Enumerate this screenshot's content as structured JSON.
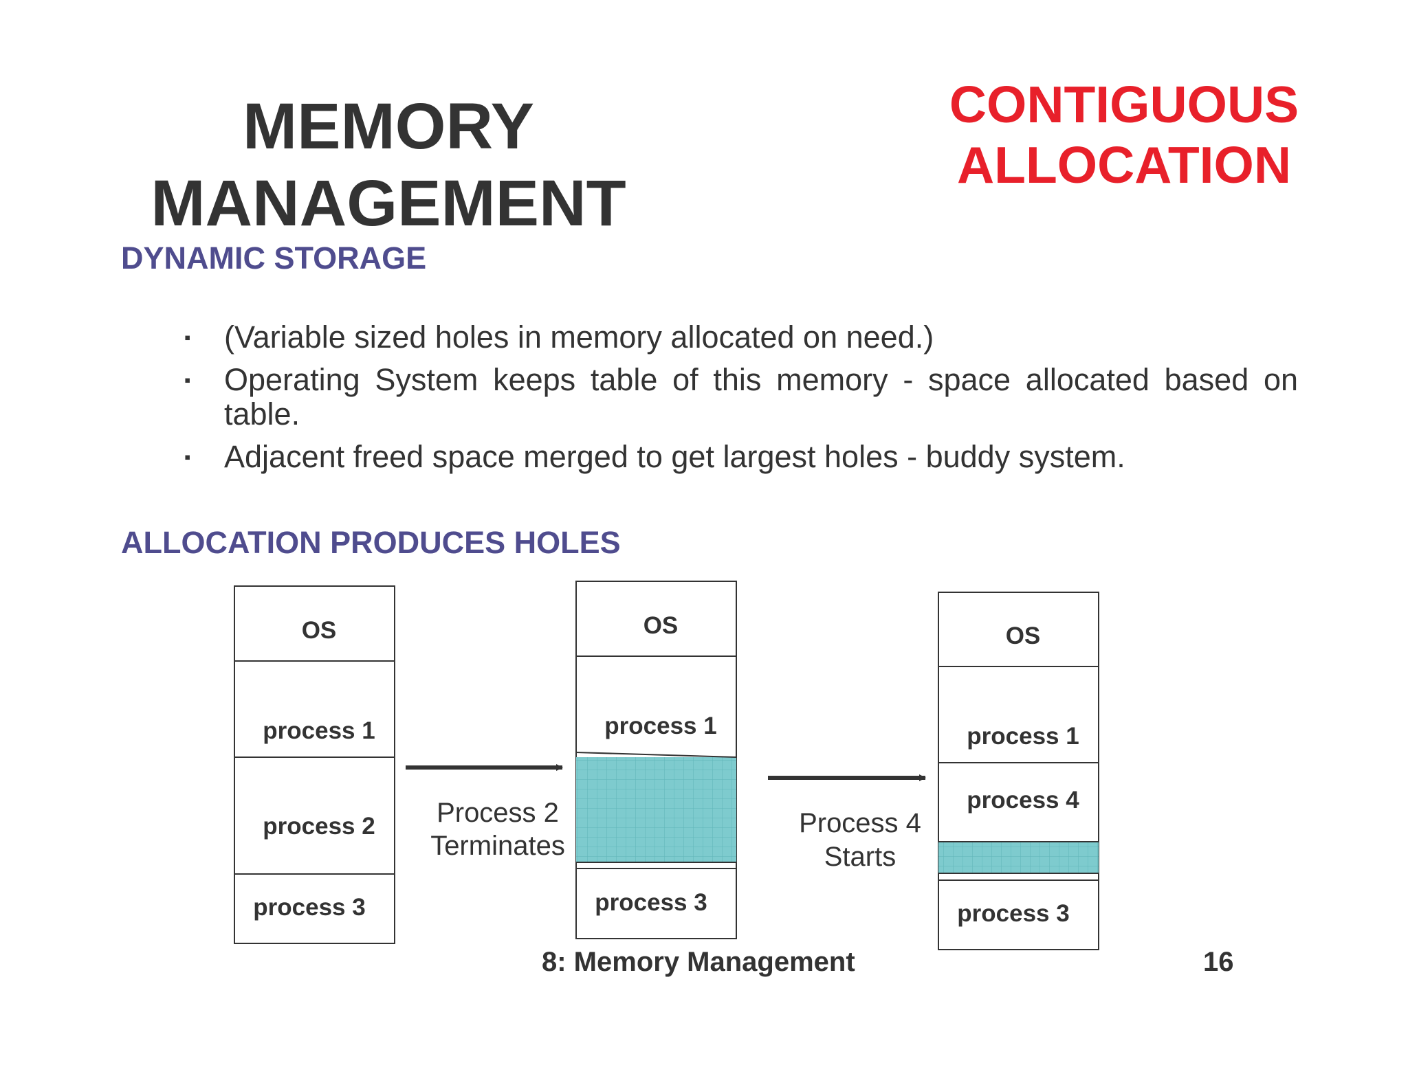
{
  "slide": {
    "title_line1": "MEMORY",
    "title_line2": "MANAGEMENT",
    "corner_line1": "CONTIGUOUS",
    "corner_line2": "ALLOCATION",
    "section1": "DYNAMIC STORAGE",
    "bullet_marker": "▪",
    "bullets": [
      "(Variable sized holes in memory allocated on need.)",
      "Operating System keeps table of this memory - space allocated based on table.",
      "Adjacent freed space merged to get largest holes - buddy system."
    ],
    "section2": "ALLOCATION PRODUCES HOLES"
  },
  "diagram": {
    "columns": [
      {
        "blocks": [
          "OS",
          "process 1",
          "process 2",
          "process 3"
        ]
      },
      {
        "blocks": [
          "OS",
          "process 1",
          "",
          "process 3"
        ]
      },
      {
        "blocks": [
          "OS",
          "process 1",
          "process 4",
          "",
          "process 3"
        ]
      }
    ],
    "arrow1_caption": [
      "Process 2",
      "Terminates"
    ],
    "arrow2_caption": [
      "Process 4",
      "Starts"
    ],
    "colors": {
      "hole": "#7ecbce",
      "hole_grid": "#5fb4b8",
      "line": "#333333"
    }
  },
  "footer": {
    "title": "8: Memory Management",
    "page": "16"
  }
}
